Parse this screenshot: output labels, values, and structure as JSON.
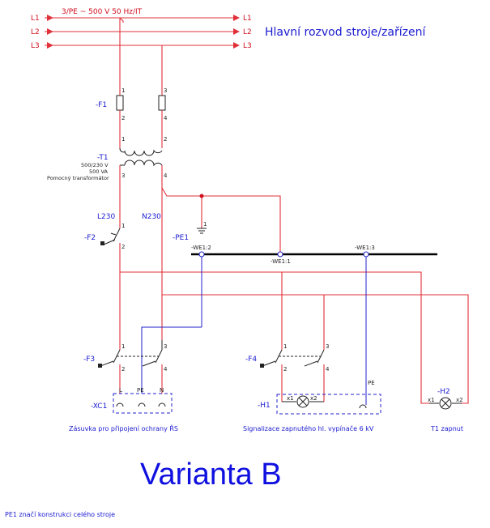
{
  "header": {
    "supply_spec": "3/PE ~ 500 V 50 Hz/IT",
    "main_title": "Hlavní rozvod stroje/zařízení"
  },
  "buses": {
    "left": [
      "L1",
      "L2",
      "L3"
    ],
    "right": [
      "L1",
      "L2",
      "L3"
    ]
  },
  "fuse_f1": {
    "tag": "-F1",
    "pins": [
      "1",
      "2",
      "3",
      "4"
    ]
  },
  "transformer_t1": {
    "tag": "-T1",
    "rating_voltage": "500/230 V",
    "rating_power": "500 VA",
    "description": "Pomocný transformátor",
    "pins_primary": [
      "1",
      "2"
    ],
    "pins_secondary": [
      "3",
      "4"
    ]
  },
  "nets": {
    "l230": "L230",
    "n230": "N230"
  },
  "breaker_f2": {
    "tag": "-F2",
    "pins": [
      "1",
      "2"
    ]
  },
  "pe_bar": {
    "tag": "-PE1",
    "pin": "1",
    "terminal_2": "-WE1:2",
    "terminal_1": "-WE1:1",
    "terminal_3": "-WE1:3"
  },
  "breaker_f3": {
    "tag": "-F3",
    "pins": [
      "1",
      "2",
      "3",
      "4"
    ]
  },
  "breaker_f4": {
    "tag": "-F4",
    "pins": [
      "1",
      "2",
      "3",
      "4"
    ]
  },
  "socket_xc1": {
    "tag": "-XC1",
    "terminals": [
      "L",
      "PE",
      "N"
    ],
    "caption": "Zásuvka pro připojení ochrany ŘS"
  },
  "lamp_h1": {
    "tag": "-H1",
    "pins": [
      "x1",
      "x2"
    ],
    "pe_label": "PE",
    "caption": "Signalizace zapnutého hl. vypínače 6 kV"
  },
  "lamp_h2": {
    "tag": "-H2",
    "pins": [
      "x1",
      "x2"
    ],
    "caption": "T1 zapnut"
  },
  "footer": {
    "variant": "Varianta B",
    "note": "PE1 značí konstrukci celého stroje"
  },
  "colors": {
    "wire": "#e0303a",
    "label": "#1a1ad0",
    "bar": "#000000"
  }
}
